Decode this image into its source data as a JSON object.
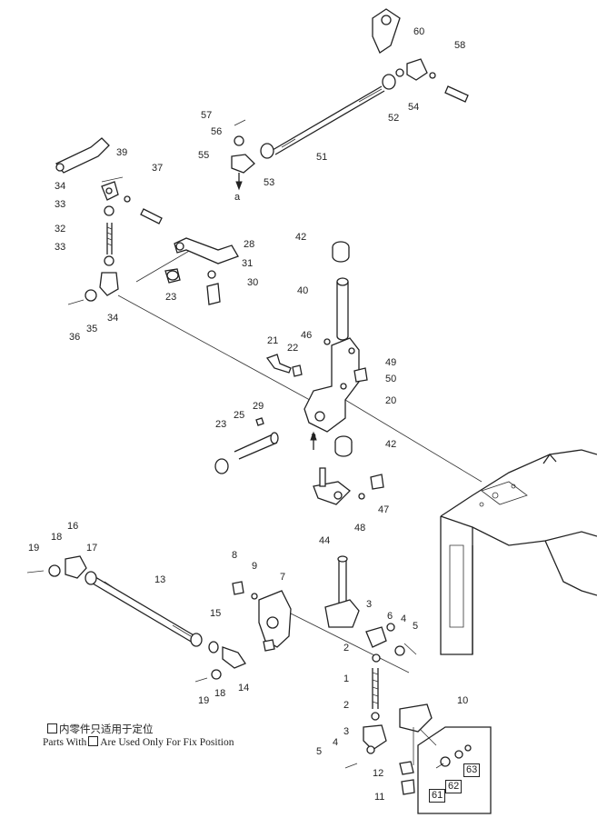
{
  "note": {
    "line_cn_prefix": "",
    "line_cn_suffix": "内零件只适用于定位",
    "line_en_prefix": "Parts With",
    "line_en_suffix": "Are Used Only For Fix Position"
  },
  "arrow_marker": "a",
  "callouts": [
    "1",
    "2",
    "3",
    "4",
    "5",
    "6",
    "7",
    "8",
    "9",
    "10",
    "11",
    "12",
    "13",
    "14",
    "15",
    "16",
    "17",
    "18",
    "19",
    "20",
    "21",
    "22",
    "23",
    "25",
    "28",
    "29",
    "30",
    "31",
    "32",
    "33",
    "34",
    "35",
    "36",
    "37",
    "39",
    "40",
    "42",
    "44",
    "46",
    "47",
    "48",
    "49",
    "50",
    "51",
    "52",
    "53",
    "54",
    "55",
    "56",
    "57",
    "58",
    "60",
    "61",
    "62",
    "63"
  ],
  "boxed_callouts": [
    "61",
    "62",
    "63"
  ]
}
